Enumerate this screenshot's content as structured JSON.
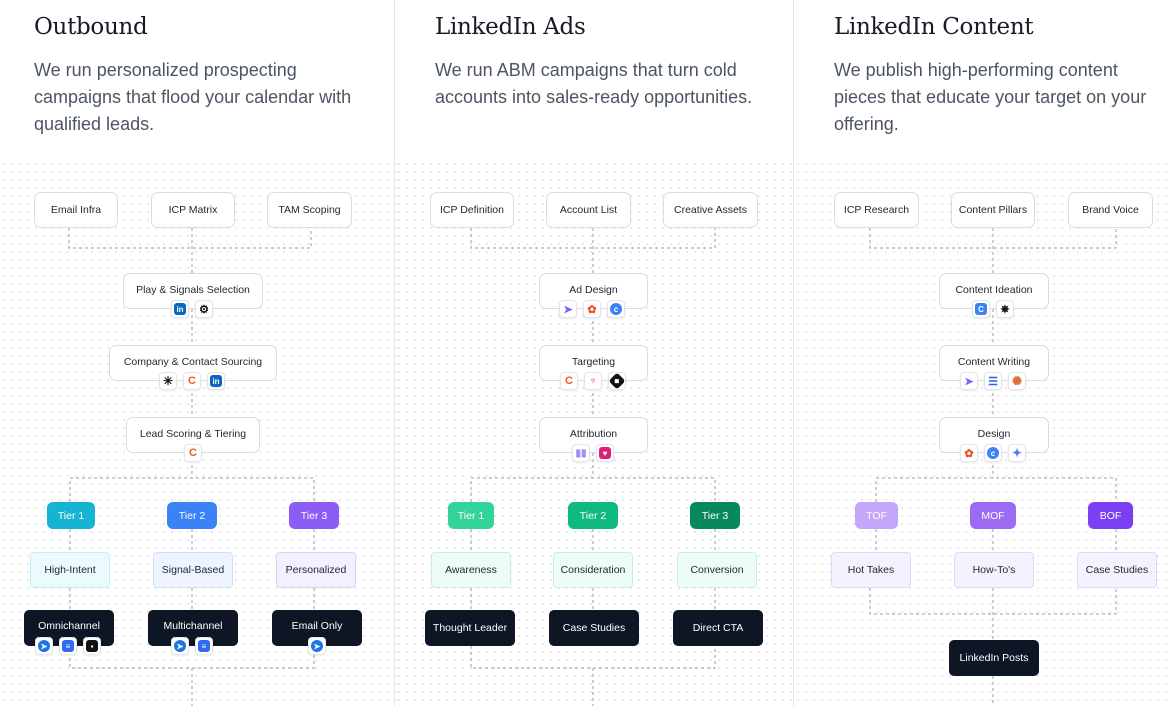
{
  "columns": [
    {
      "title": "Outbound",
      "description": "We run personalized prospecting campaigns that flood your calendar with qualified leads.",
      "inputs": [
        "Email Infra",
        "ICP Matrix",
        "TAM Scoping"
      ],
      "stages": [
        {
          "label": "Play & Signals Selection",
          "icons": [
            "linkedin-icon",
            "openai-icon"
          ]
        },
        {
          "label": "Company & Contact Sourcing",
          "icons": [
            "clay-icon",
            "cognism-icon",
            "linkedin-icon"
          ]
        },
        {
          "label": "Lead Scoring & Tiering",
          "icons": [
            "cognism-icon"
          ]
        }
      ],
      "tiers": [
        {
          "tier": "Tier 1",
          "segment": "High-Intent",
          "channel": "Omnichannel",
          "channel_icons": [
            "lemlist-icon",
            "instantly-icon",
            "dialer-icon"
          ]
        },
        {
          "tier": "Tier 2",
          "segment": "Signal-Based",
          "channel": "Multichannel",
          "channel_icons": [
            "lemlist-icon",
            "instantly-icon"
          ]
        },
        {
          "tier": "Tier 3",
          "segment": "Personalized",
          "channel": "Email Only",
          "channel_icons": [
            "lemlist-icon"
          ]
        }
      ]
    },
    {
      "title": "LinkedIn Ads",
      "description": "We run ABM campaigns that turn cold accounts into sales-ready opportunities.",
      "inputs": [
        "ICP Definition",
        "Account List",
        "Creative Assets"
      ],
      "stages": [
        {
          "label": "Ad Design",
          "icons": [
            "gamma-icon",
            "figma-icon",
            "canva-icon"
          ]
        },
        {
          "label": "Targeting",
          "icons": [
            "cognism-icon",
            "vector-icon",
            "zapier-icon"
          ]
        },
        {
          "label": "Attribution",
          "icons": [
            "analytics-icon",
            "dreamdata-icon"
          ]
        }
      ],
      "tiers": [
        {
          "tier": "Tier 1",
          "segment": "Awareness",
          "channel": "Thought Leader",
          "channel_icons": []
        },
        {
          "tier": "Tier 2",
          "segment": "Consideration",
          "channel": "Case Studies",
          "channel_icons": []
        },
        {
          "tier": "Tier 3",
          "segment": "Conversion",
          "channel": "Direct CTA",
          "channel_icons": []
        }
      ]
    },
    {
      "title": "LinkedIn Content",
      "description": "We publish high-performing content pieces that educate your target on your offering.",
      "inputs": [
        "ICP Research",
        "Content Pillars",
        "Brand Voice"
      ],
      "stages": [
        {
          "label": "Content Ideation",
          "icons": [
            "cognism-icon",
            "perplexity-icon"
          ]
        },
        {
          "label": "Content Writing",
          "icons": [
            "gamma-icon",
            "notion-icon",
            "claude-icon"
          ]
        },
        {
          "label": "Design",
          "icons": [
            "figma-icon",
            "canva-icon",
            "gemini-icon"
          ]
        }
      ],
      "tiers": [
        {
          "tier": "TOF",
          "segment": "Hot Takes"
        },
        {
          "tier": "MOF",
          "segment": "How-To's"
        },
        {
          "tier": "BOF",
          "segment": "Case Studies"
        }
      ],
      "output": "LinkedIn Posts"
    }
  ],
  "colors": {
    "outbound_tiers": [
      "#16b3d2",
      "#3b82f6",
      "#8b5cf6"
    ],
    "outbound_segments": [
      "#eafafd",
      "#eef4ff",
      "#f4f0ff"
    ],
    "ads_tiers": [
      "#34d399",
      "#10b981",
      "#07885f"
    ],
    "ads_segments": [
      "#edfcf5",
      "#edfcf5",
      "#edfcf5"
    ],
    "content_tiers": [
      "#c4a6fb",
      "#9b6cf3",
      "#7a3ff0"
    ],
    "content_segments": [
      "#f5f2ff",
      "#f5f2ff",
      "#f5f2ff"
    ],
    "dark_node": "#0e1626"
  }
}
